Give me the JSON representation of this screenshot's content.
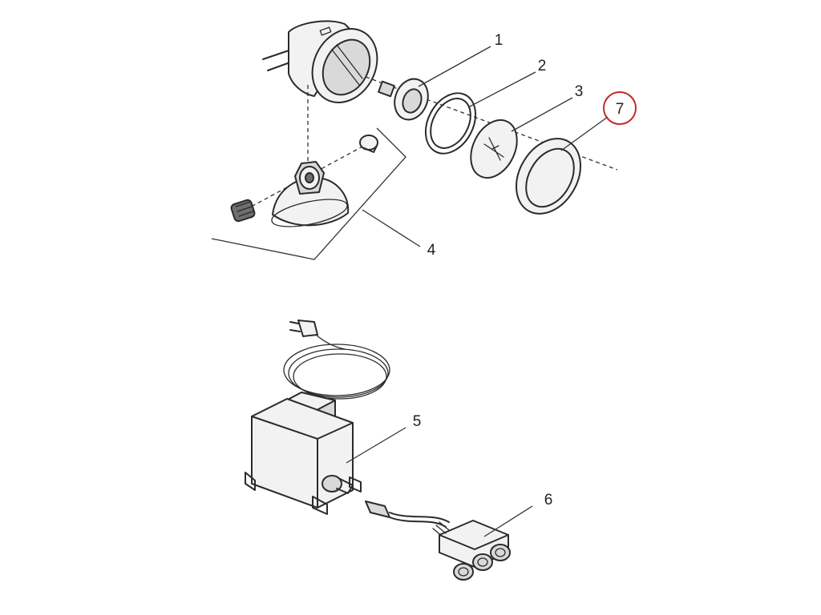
{
  "callouts": [
    {
      "id": "1",
      "label": "1"
    },
    {
      "id": "2",
      "label": "2"
    },
    {
      "id": "3",
      "label": "3"
    },
    {
      "id": "4",
      "label": "4"
    },
    {
      "id": "5",
      "label": "5"
    },
    {
      "id": "6",
      "label": "6"
    },
    {
      "id": "7",
      "label": "7",
      "highlighted": true
    }
  ],
  "colors": {
    "line": "#2b2b2b",
    "highlight_circle": "#c62828",
    "background": "#ffffff"
  }
}
